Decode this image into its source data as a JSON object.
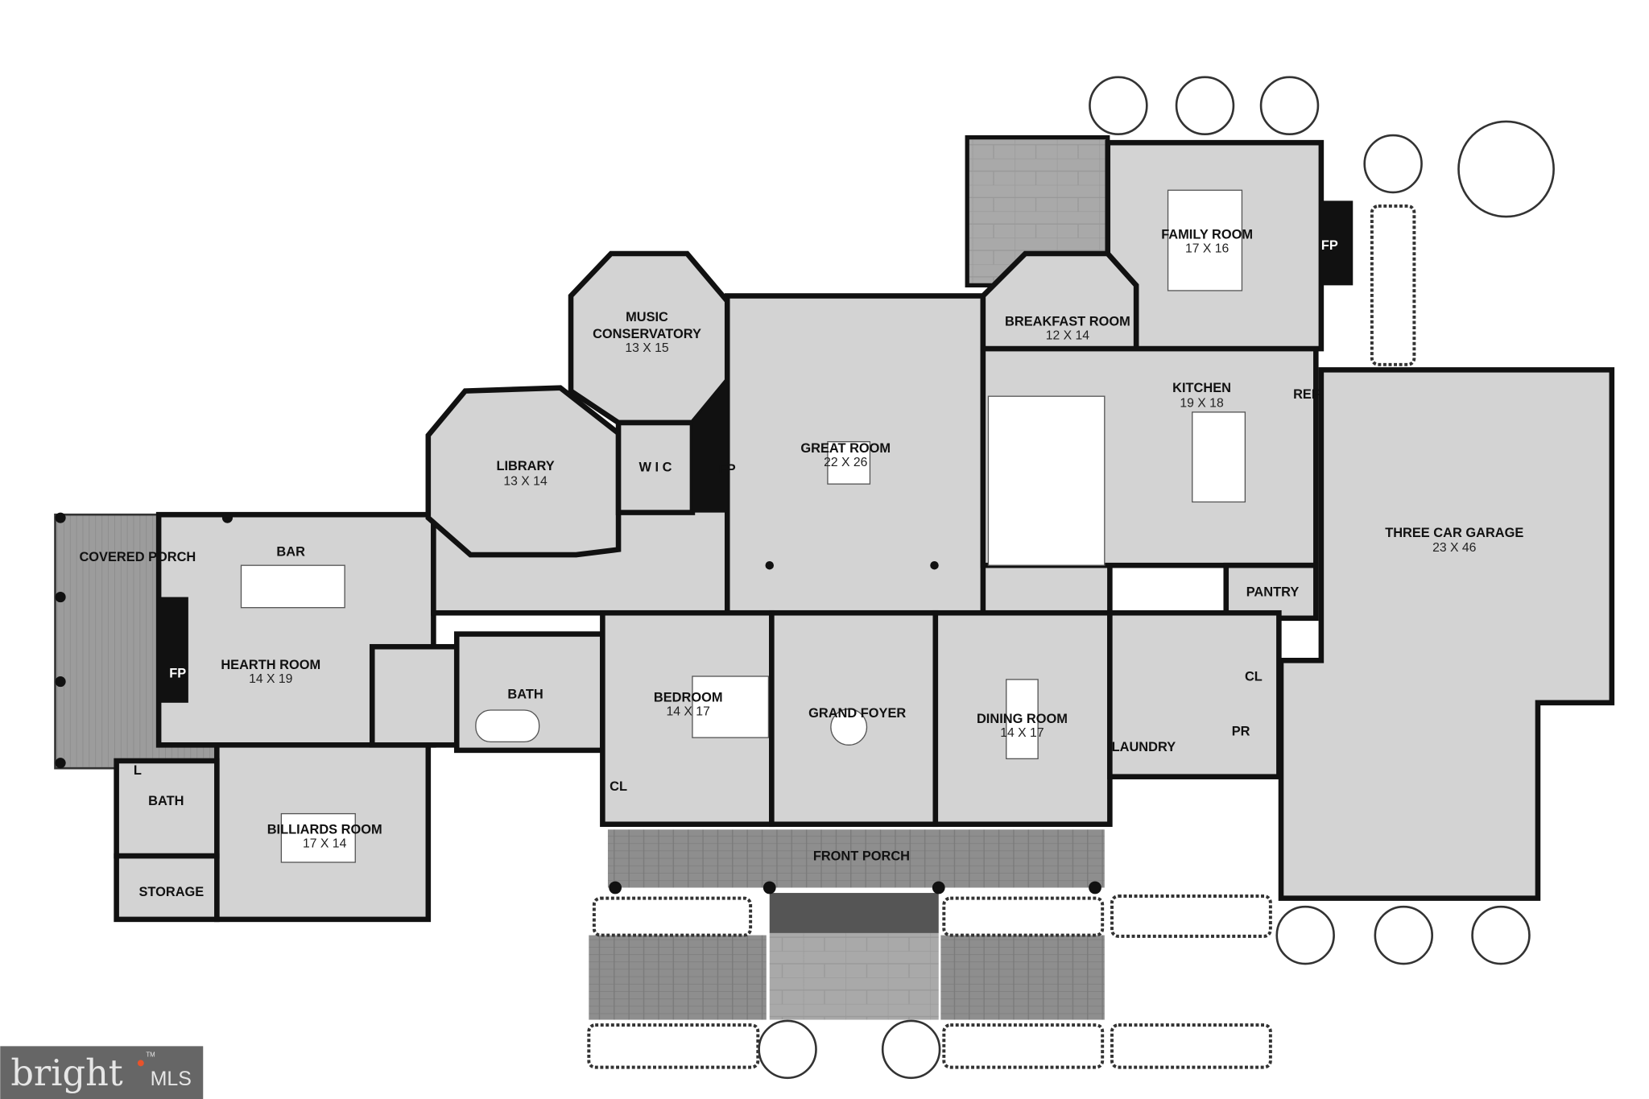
{
  "rooms": {
    "covered_porch": {
      "name": "COVERED PORCH"
    },
    "bar": {
      "name": "BAR"
    },
    "hearth_room": {
      "name": "HEARTH ROOM",
      "dim": "14 X 19"
    },
    "fp_hearth": {
      "name": "FP"
    },
    "bath_left": {
      "name": "BATH"
    },
    "l": {
      "name": "L"
    },
    "storage": {
      "name": "STORAGE"
    },
    "billiards_room": {
      "name": "BILLIARDS ROOM",
      "dim": "17 X 14"
    },
    "library": {
      "name": "LIBRARY",
      "dim": "13 X 14"
    },
    "music_conservatory": {
      "name": "MUSIC",
      "name2": "CONSERVATORY",
      "dim": "13 X 15"
    },
    "wic": {
      "name": "W I C"
    },
    "fp_great": {
      "name": "FP"
    },
    "great_room": {
      "name": "GREAT ROOM",
      "dim": "22 X 26"
    },
    "bath_mid": {
      "name": "BATH"
    },
    "bedroom": {
      "name": "BEDROOM",
      "dim": "14 X 17"
    },
    "cl_bed": {
      "name": "CL"
    },
    "grand_foyer": {
      "name": "GRAND FOYER"
    },
    "dining_room": {
      "name": "DINING ROOM",
      "dim": "14 X 17"
    },
    "breakfast_room": {
      "name": "BREAKFAST ROOM",
      "dim": "12 X 14"
    },
    "family_room": {
      "name": "FAMILY ROOM",
      "dim": "17 X 16"
    },
    "fp_family": {
      "name": "FP"
    },
    "kitchen": {
      "name": "KITCHEN",
      "dim": "19 X 18"
    },
    "ref": {
      "name": "REF"
    },
    "pantry": {
      "name": "PANTRY"
    },
    "cl_garage": {
      "name": "CL"
    },
    "laundry": {
      "name": "LAUNDRY"
    },
    "pr": {
      "name": "PR"
    },
    "garage": {
      "name": "THREE CAR GARAGE",
      "dim": "23 X 46"
    },
    "front_porch": {
      "name": "FRONT PORCH"
    }
  },
  "logo": {
    "brand": "bright",
    "suffix": "MLS",
    "tm": "TM",
    "accent": "#e8532b",
    "background": "#666666"
  },
  "colors": {
    "room_fill": "#d3d3d3",
    "wall": "#111111",
    "porch": "#9a9a9a"
  }
}
